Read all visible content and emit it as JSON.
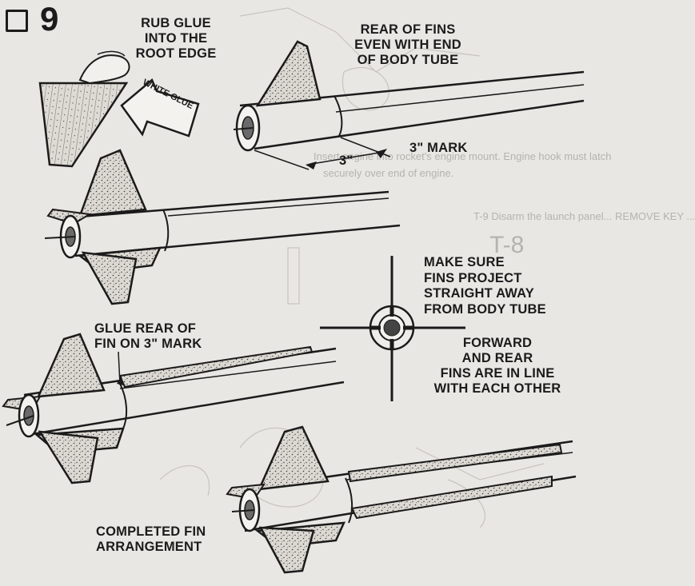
{
  "step": {
    "number": "9"
  },
  "labels": {
    "rub_glue": "RUB GLUE\nINTO THE\nROOT EDGE",
    "white_glue": "WHITE\nGLUE",
    "rear_of_fins": "REAR OF FINS\nEVEN WITH END\nOF BODY TUBE",
    "three_inch_mark": "3\" MARK",
    "three_inch": "3\"",
    "make_sure": "MAKE SURE\nFINS PROJECT\nSTRAIGHT AWAY\nFROM BODY TUBE",
    "glue_rear_of_fin": "GLUE REAR OF\nFIN ON 3\" MARK",
    "forward_and_rear": "FORWARD\nAND REAR\nFINS ARE IN LINE\nWITH EACH OTHER",
    "completed": "COMPLETED FIN\nARRANGEMENT"
  },
  "show_through": {
    "line1": "Insert engine into rocket's engine mount. Engine hook must latch",
    "line2": "securely over end of engine.",
    "line3": "T-9  Disarm the launch panel... REMOVE KEY ...",
    "line4": "T-8"
  },
  "colors": {
    "ink": "#1b1b1b",
    "paper": "#e9e7e3",
    "ghost": "#b5b3ae",
    "fin_fill": "#d8d5cf"
  }
}
